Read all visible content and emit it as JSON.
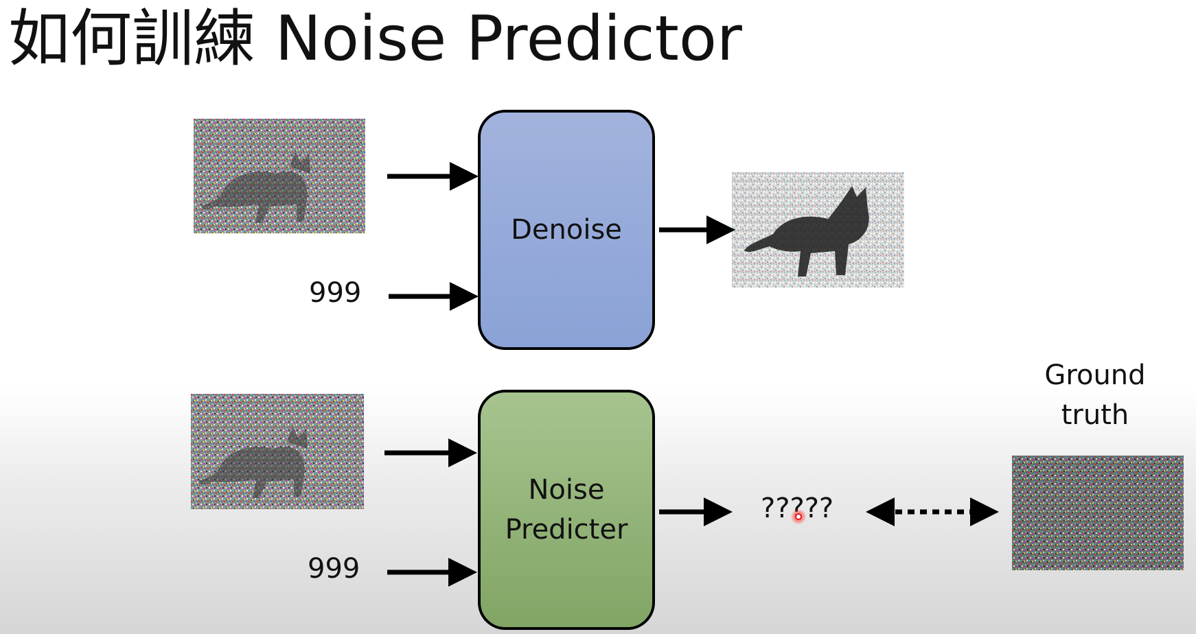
{
  "slide": {
    "title": "如何訓練 Noise Predictor"
  },
  "top_row": {
    "step_input": "999",
    "block_label": "Denoise"
  },
  "bottom_row": {
    "step_input": "999",
    "block_label": "Noise\nPredicter",
    "output_label": "?????",
    "ground_truth_label": "Ground\ntruth"
  },
  "colors": {
    "denoise_block": "#95abd9",
    "predicter_block": "#94b67a",
    "arrow": "#000000"
  },
  "icons": {
    "input_image": "noisy-cat-image",
    "output_image": "less-noisy-cat-image",
    "ground_truth_image": "noise-image",
    "cursor": "pointer-dot-icon"
  }
}
